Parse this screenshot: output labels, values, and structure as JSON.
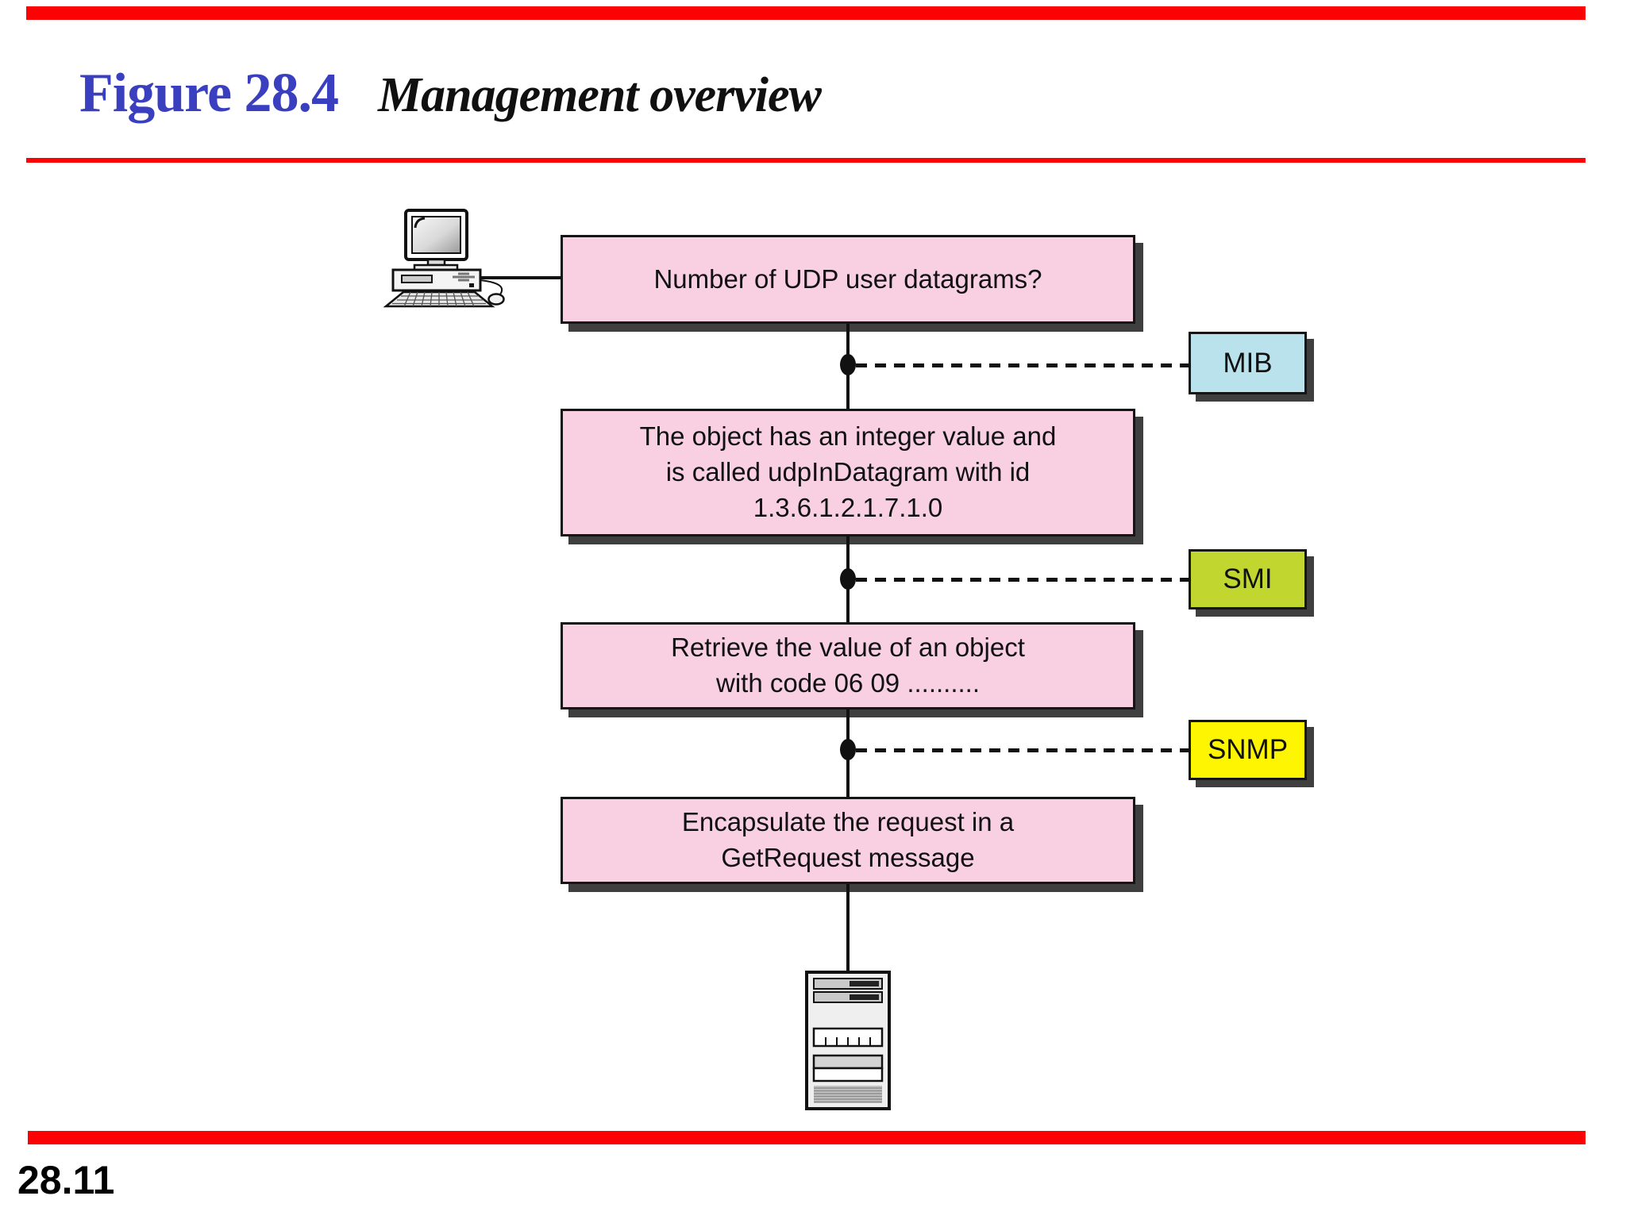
{
  "slide": {
    "figure_label": "Figure 28.4",
    "figure_title": "Management overview",
    "page_number": "28.11"
  },
  "diagram": {
    "boxes": [
      {
        "lines": [
          "Number of UDP user datagrams?"
        ]
      },
      {
        "lines": [
          "The object has an integer value and",
          "is called udpInDatagram with id",
          "1.3.6.1.2.1.7.1.0"
        ]
      },
      {
        "lines": [
          "Retrieve the value of an object",
          "with code 06 09 .........."
        ]
      },
      {
        "lines": [
          "Encapsulate the request in a",
          "GetRequest message"
        ]
      }
    ],
    "side_labels": [
      {
        "label": "MIB",
        "color": "#b9e2ec"
      },
      {
        "label": "SMI",
        "color": "#c1d730"
      },
      {
        "label": "SNMP",
        "color": "#fdf502"
      }
    ],
    "icons": {
      "manager": "desktop-computer-icon",
      "agent": "server-tower-icon"
    }
  },
  "colors": {
    "accent_red": "#fb0205",
    "title_blue": "#3a3fc0",
    "flow_box_pink": "#f8d0e2",
    "shadow_gray": "#3f3f3f",
    "line_black": "#111111"
  }
}
